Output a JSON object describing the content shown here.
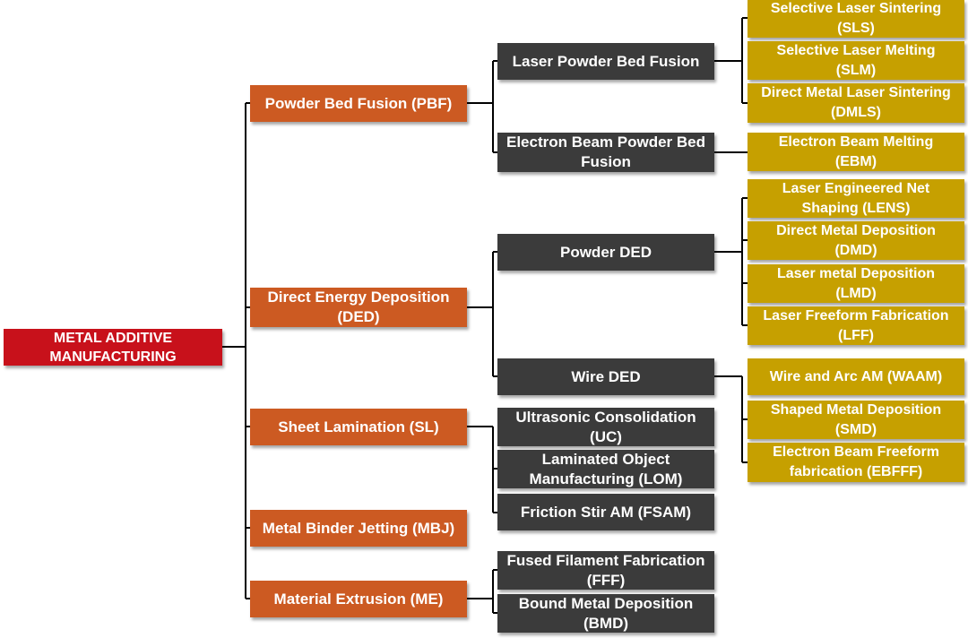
{
  "colors": {
    "root": "#c8111b",
    "category": "#cc5a22",
    "subcategory": "#3b3b3b",
    "process": "#c6a000",
    "connector": "#000000"
  },
  "root": {
    "label": "METAL ADDITIVE\nMANUFACTURING"
  },
  "categories": [
    {
      "label": "Powder Bed Fusion (PBF)"
    },
    {
      "label": "Direct Energy Deposition\n(DED)"
    },
    {
      "label": "Sheet Lamination (SL)"
    },
    {
      "label": "Metal Binder Jetting (MBJ)"
    },
    {
      "label": "Material Extrusion (ME)"
    }
  ],
  "subcategories": [
    {
      "label": "Laser Powder Bed Fusion"
    },
    {
      "label": "Electron Beam Powder Bed\nFusion"
    },
    {
      "label": "Powder DED"
    },
    {
      "label": "Wire DED"
    },
    {
      "label": "Ultrasonic Consolidation\n(UC)"
    },
    {
      "label": "Laminated Object\nManufacturing (LOM)"
    },
    {
      "label": "Friction Stir AM (FSAM)"
    },
    {
      "label": "Fused Filament Fabrication\n(FFF)"
    },
    {
      "label": "Bound Metal Deposition\n(BMD)"
    }
  ],
  "processes": [
    {
      "label": "Selective Laser Sintering\n(SLS)"
    },
    {
      "label": "Selective Laser Melting\n(SLM)"
    },
    {
      "label": "Direct Metal Laser Sintering\n(DMLS)"
    },
    {
      "label": "Electron Beam Melting\n(EBM)"
    },
    {
      "label": "Laser Engineered Net\nShaping (LENS)"
    },
    {
      "label": "Direct Metal Deposition\n(DMD)"
    },
    {
      "label": "Laser metal Deposition\n(LMD)"
    },
    {
      "label": "Laser Freeform Fabrication\n(LFF)"
    },
    {
      "label": "Wire and Arc AM (WAAM)"
    },
    {
      "label": "Shaped Metal Deposition\n(SMD)"
    },
    {
      "label": "Electron Beam Freeform\nfabrication  (EBFFF)"
    }
  ]
}
